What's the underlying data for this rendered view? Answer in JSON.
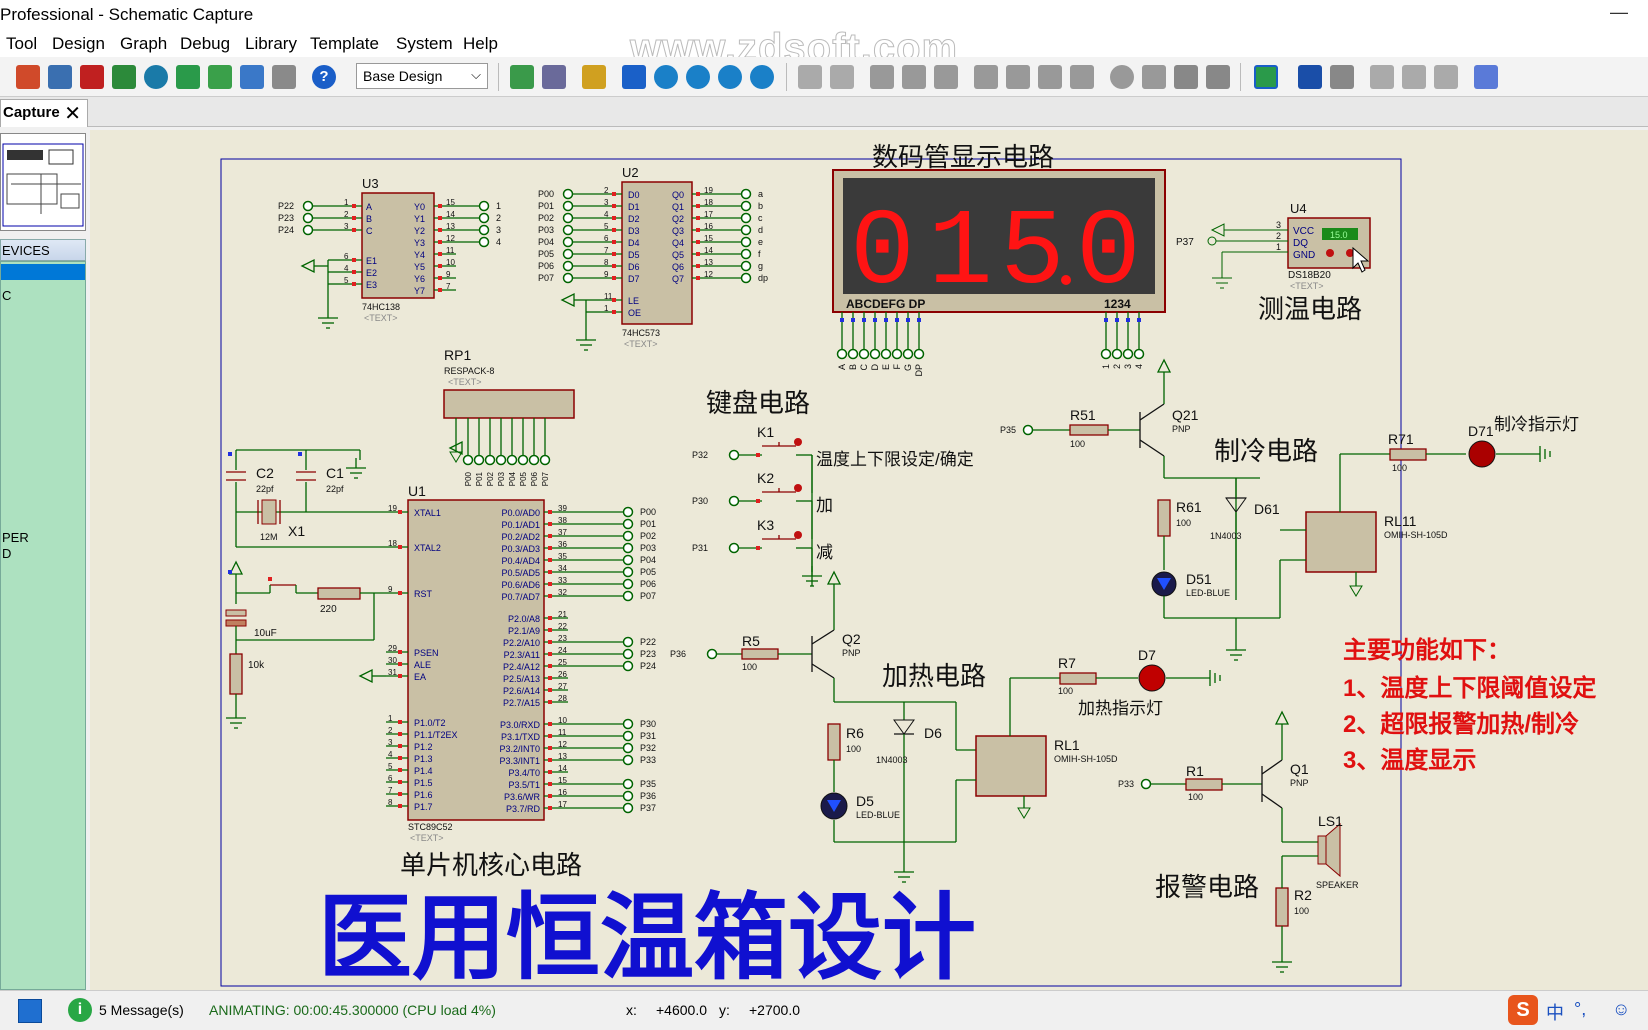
{
  "window": {
    "title": "Professional - Schematic Capture",
    "min_glyph": "—"
  },
  "menu": [
    "Tool",
    "Design",
    "Graph",
    "Debug",
    "Library",
    "Template",
    "System",
    "Help"
  ],
  "watermark": "www.zdsoft.com",
  "toolbar": {
    "design_select": "Base Design"
  },
  "tab": {
    "label": "Capture",
    "close": "✕"
  },
  "devices": {
    "header": "EVICES",
    "items": [
      "C",
      "PER",
      "D"
    ]
  },
  "schematic": {
    "titles": {
      "display": "数码管显示电路",
      "temp": "测温电路",
      "keyboard": "键盘电路",
      "cooling": "制冷电路",
      "heating": "加热电路",
      "mcu": "单片机核心电路",
      "alarm": "报警电路",
      "main": "医用恒温箱设计"
    },
    "features": {
      "heading": "主要功能如下：",
      "items": [
        "1、温度上下限阈值设定",
        "2、超限报警加热/制冷",
        "3、温度显示"
      ]
    },
    "display": {
      "digits": [
        "0",
        "1",
        "5",
        "0"
      ],
      "seg_label": "ABCDEFG DP",
      "dig_label": "1234",
      "pins": [
        "A",
        "B",
        "C",
        "D",
        "E",
        "F",
        "G",
        "DP"
      ],
      "dpins": [
        "1",
        "2",
        "3",
        "4"
      ]
    },
    "u3": {
      "ref": "U3",
      "part": "74HC138",
      "text": "<TEXT>",
      "left_pins": [
        {
          "n": "1",
          "name": "A",
          "net": "P22"
        },
        {
          "n": "2",
          "name": "B",
          "net": "P23"
        },
        {
          "n": "3",
          "name": "C",
          "net": "P24"
        },
        {
          "n": "6",
          "name": "E1",
          "net": ""
        },
        {
          "n": "4",
          "name": "E2",
          "net": ""
        },
        {
          "n": "5",
          "name": "E3",
          "net": ""
        }
      ],
      "right_pins": [
        {
          "n": "15",
          "name": "Y0",
          "net": "1"
        },
        {
          "n": "14",
          "name": "Y1",
          "net": "2"
        },
        {
          "n": "13",
          "name": "Y2",
          "net": "3"
        },
        {
          "n": "12",
          "name": "Y3",
          "net": "4"
        },
        {
          "n": "11",
          "name": "Y4",
          "net": ""
        },
        {
          "n": "10",
          "name": "Y5",
          "net": ""
        },
        {
          "n": "9",
          "name": "Y6",
          "net": ""
        },
        {
          "n": "7",
          "name": "Y7",
          "net": ""
        }
      ]
    },
    "u2": {
      "ref": "U2",
      "part": "74HC573",
      "text": "<TEXT>",
      "left_pins": [
        {
          "n": "2",
          "name": "D0",
          "net": "P00"
        },
        {
          "n": "3",
          "name": "D1",
          "net": "P01"
        },
        {
          "n": "4",
          "name": "D2",
          "net": "P02"
        },
        {
          "n": "5",
          "name": "D3",
          "net": "P03"
        },
        {
          "n": "6",
          "name": "D4",
          "net": "P04"
        },
        {
          "n": "7",
          "name": "D5",
          "net": "P05"
        },
        {
          "n": "8",
          "name": "D6",
          "net": "P06"
        },
        {
          "n": "9",
          "name": "D7",
          "net": "P07"
        },
        {
          "n": "11",
          "name": "LE",
          "net": ""
        },
        {
          "n": "1",
          "name": "OE",
          "net": ""
        }
      ],
      "right_pins": [
        {
          "n": "19",
          "name": "Q0",
          "net": "a"
        },
        {
          "n": "18",
          "name": "Q1",
          "net": "b"
        },
        {
          "n": "17",
          "name": "Q2",
          "net": "c"
        },
        {
          "n": "16",
          "name": "Q3",
          "net": "d"
        },
        {
          "n": "15",
          "name": "Q4",
          "net": "e"
        },
        {
          "n": "14",
          "name": "Q5",
          "net": "f"
        },
        {
          "n": "13",
          "name": "Q6",
          "net": "g"
        },
        {
          "n": "12",
          "name": "Q7",
          "net": "dp"
        }
      ]
    },
    "u4": {
      "ref": "U4",
      "part": "DS18B20",
      "text": "<TEXT>",
      "pins": [
        {
          "n": "3",
          "name": "VCC"
        },
        {
          "n": "2",
          "name": "DQ"
        },
        {
          "n": "1",
          "name": "GND"
        }
      ],
      "net": "P37",
      "reading": "15.0"
    },
    "rp1": {
      "ref": "RP1",
      "part": "RESPACK-8",
      "text": "<TEXT>",
      "nets": [
        "P00",
        "P01",
        "P02",
        "P03",
        "P04",
        "P05",
        "P06",
        "P07"
      ]
    },
    "u1": {
      "ref": "U1",
      "part": "STC89C52",
      "text": "<TEXT>",
      "left_pins": [
        {
          "n": "19",
          "name": "XTAL1"
        },
        {
          "n": "18",
          "name": "XTAL2"
        },
        {
          "n": "9",
          "name": "RST"
        },
        {
          "n": "29",
          "name": "PSEN"
        },
        {
          "n": "30",
          "name": "ALE"
        },
        {
          "n": "31",
          "name": "EA"
        },
        {
          "n": "1",
          "name": "P1.0/T2"
        },
        {
          "n": "2",
          "name": "P1.1/T2EX"
        },
        {
          "n": "3",
          "name": "P1.2"
        },
        {
          "n": "4",
          "name": "P1.3"
        },
        {
          "n": "5",
          "name": "P1.4"
        },
        {
          "n": "6",
          "name": "P1.5"
        },
        {
          "n": "7",
          "name": "P1.6"
        },
        {
          "n": "8",
          "name": "P1.7"
        }
      ],
      "right_p0": [
        {
          "n": "39",
          "name": "P0.0/AD0",
          "net": "P00"
        },
        {
          "n": "38",
          "name": "P0.1/AD1",
          "net": "P01"
        },
        {
          "n": "37",
          "name": "P0.2/AD2",
          "net": "P02"
        },
        {
          "n": "36",
          "name": "P0.3/AD3",
          "net": "P03"
        },
        {
          "n": "35",
          "name": "P0.4/AD4",
          "net": "P04"
        },
        {
          "n": "34",
          "name": "P0.5/AD5",
          "net": "P05"
        },
        {
          "n": "33",
          "name": "P0.6/AD6",
          "net": "P06"
        },
        {
          "n": "32",
          "name": "P0.7/AD7",
          "net": "P07"
        }
      ],
      "right_p2": [
        {
          "n": "21",
          "name": "P2.0/A8",
          "net": ""
        },
        {
          "n": "22",
          "name": "P2.1/A9",
          "net": ""
        },
        {
          "n": "23",
          "name": "P2.2/A10",
          "net": "P22"
        },
        {
          "n": "24",
          "name": "P2.3/A11",
          "net": "P23"
        },
        {
          "n": "25",
          "name": "P2.4/A12",
          "net": "P24"
        },
        {
          "n": "26",
          "name": "P2.5/A13",
          "net": ""
        },
        {
          "n": "27",
          "name": "P2.6/A14",
          "net": ""
        },
        {
          "n": "28",
          "name": "P2.7/A15",
          "net": ""
        }
      ],
      "right_p3": [
        {
          "n": "10",
          "name": "P3.0/RXD",
          "net": "P30"
        },
        {
          "n": "11",
          "name": "P3.1/TXD",
          "net": "P31"
        },
        {
          "n": "12",
          "name": "P3.2/INT0",
          "net": "P32"
        },
        {
          "n": "13",
          "name": "P3.3/INT1",
          "net": "P33"
        },
        {
          "n": "14",
          "name": "P3.4/T0",
          "net": ""
        },
        {
          "n": "15",
          "name": "P3.5/T1",
          "net": "P35"
        },
        {
          "n": "16",
          "name": "P3.6/WR",
          "net": "P36"
        },
        {
          "n": "17",
          "name": "P3.7/RD",
          "net": "P37"
        }
      ]
    },
    "c2": {
      "ref": "C2",
      "val": "22pf"
    },
    "c1": {
      "ref": "C1",
      "val": "22pf"
    },
    "x1": {
      "ref": "X1",
      "val": "12M"
    },
    "c3val": "10uF",
    "r10k": "10k",
    "r220": "220",
    "keys": [
      {
        "ref": "K1",
        "net": "P32",
        "label": "温度上下限设定/确定"
      },
      {
        "ref": "K2",
        "net": "P30",
        "label": "加"
      },
      {
        "ref": "K3",
        "net": "P31",
        "label": "减"
      }
    ],
    "r51": {
      "ref": "R51",
      "val": "100",
      "net": "P35"
    },
    "q21": {
      "ref": "Q21",
      "type": "PNP"
    },
    "r61": {
      "ref": "R61",
      "val": "100"
    },
    "d61": {
      "ref": "D61",
      "part": "1N4003"
    },
    "d51": {
      "ref": "D51",
      "part": "LED-BLUE"
    },
    "rl11": {
      "ref": "RL11",
      "part": "OMIH-SH-105D"
    },
    "r71": {
      "ref": "R71",
      "val": "100"
    },
    "d71": {
      "ref": "D71",
      "label": "制冷指示灯"
    },
    "r5": {
      "ref": "R5",
      "val": "100",
      "net": "P36"
    },
    "q2": {
      "ref": "Q2",
      "type": "PNP"
    },
    "r6": {
      "ref": "R6",
      "val": "100"
    },
    "d6": {
      "ref": "D6",
      "part": "1N4003"
    },
    "d5": {
      "ref": "D5",
      "part": "LED-BLUE"
    },
    "rl1": {
      "ref": "RL1",
      "part": "OMIH-SH-105D"
    },
    "r7": {
      "ref": "R7",
      "val": "100"
    },
    "d7": {
      "ref": "D7",
      "label": "加热指示灯"
    },
    "r1": {
      "ref": "R1",
      "val": "100",
      "net": "P33"
    },
    "q1": {
      "ref": "Q1",
      "type": "PNP"
    },
    "ls1": {
      "ref": "LS1",
      "part": "SPEAKER"
    },
    "r2": {
      "ref": "R2",
      "val": "100"
    },
    "text_tag": "<TEXT>"
  },
  "status": {
    "messages": "5 Message(s)",
    "animating": "ANIMATING: 00:00:45.300000 (CPU load 4%)",
    "x_label": "x:",
    "x_val": "+4600.0",
    "y_label": "y:",
    "y_val": "+2700.0",
    "ime_char": "中"
  },
  "colors": {
    "wire": "#006400",
    "chip": "#c9c0a5",
    "outline": "#8b0000",
    "pin_text": "#000080",
    "red_text": "#e01010",
    "blue_title": "#1010d0",
    "led_red": "#ff1414"
  }
}
